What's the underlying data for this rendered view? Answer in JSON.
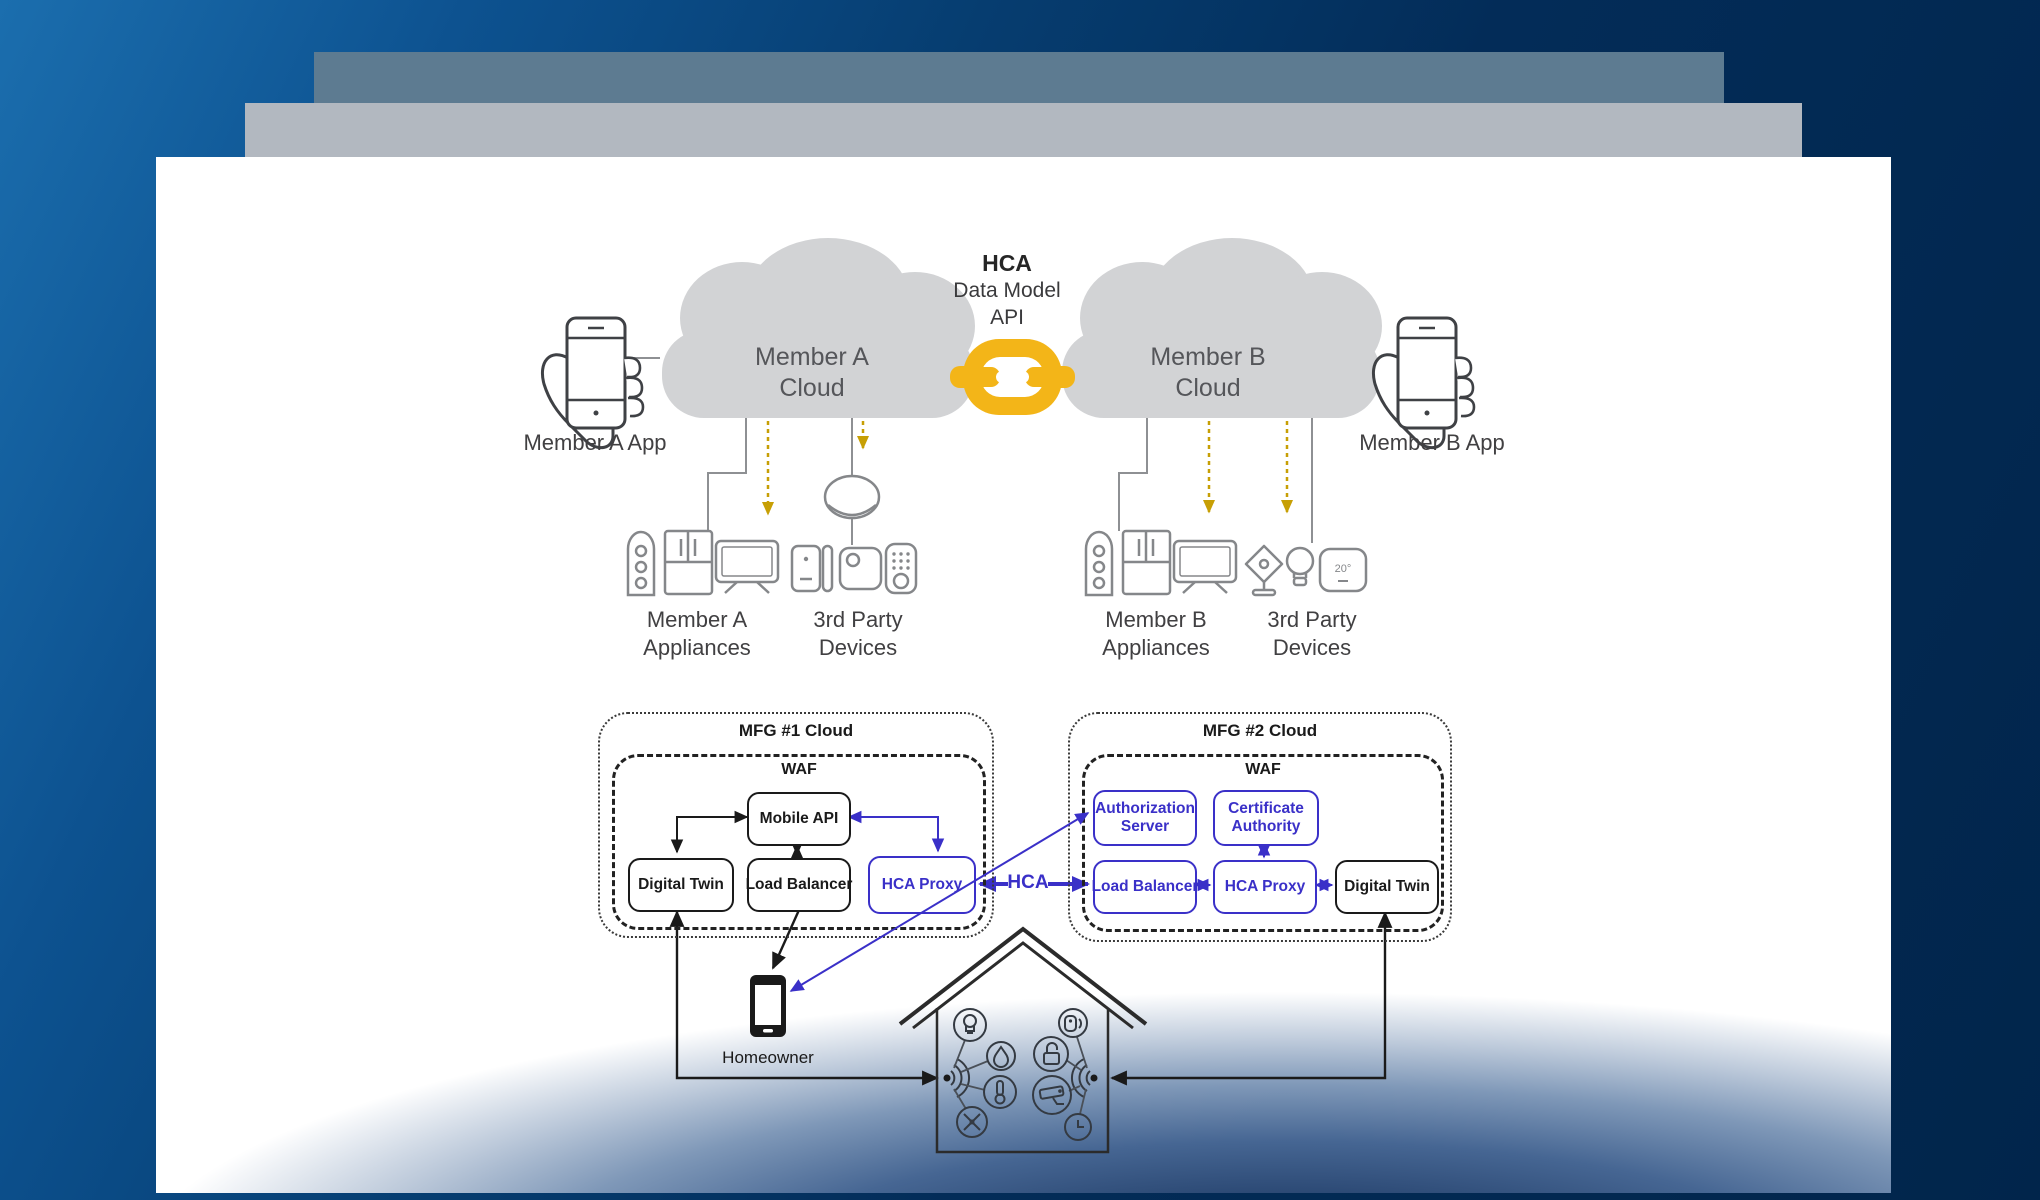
{
  "slide": {
    "upper": {
      "hca_api": {
        "line1": "HCA",
        "line2": "Data Model",
        "line3": "API"
      },
      "cloud_a": {
        "line1": "Member A",
        "line2": "Cloud"
      },
      "cloud_b": {
        "line1": "Member B",
        "line2": "Cloud"
      },
      "member_a_app_label": "Member A App",
      "member_b_app_label": "Member B App",
      "member_a_appliances": {
        "line1": "Member A",
        "line2": "Appliances"
      },
      "third_party_left": {
        "line1": "3rd Party",
        "line2": "Devices"
      },
      "member_b_appliances": {
        "line1": "Member B",
        "line2": "Appliances"
      },
      "third_party_right": {
        "line1": "3rd Party",
        "line2": "Devices"
      },
      "thermostat_reading": "20°"
    },
    "lower": {
      "mfg1": {
        "title": "MFG #1 Cloud",
        "waf_label": "WAF",
        "mobile_api": "Mobile API",
        "digital_twin": "Digital Twin",
        "load_balancer": "Load Balancer",
        "hca_proxy": "HCA Proxy"
      },
      "mfg2": {
        "title": "MFG #2 Cloud",
        "waf_label": "WAF",
        "authorization_server": "Authorization Server",
        "certificate_authority": "Certificate Authority",
        "load_balancer": "Load Balancer",
        "hca_proxy": "HCA Proxy",
        "digital_twin": "Digital Twin"
      },
      "hca_link_label": "HCA",
      "homeowner_label": "Homeowner"
    },
    "colors": {
      "accent_blue": "#3a30c8",
      "link_gold": "#f3b518",
      "dashed_arrow_gold": "#c79f05",
      "cloud_fill": "#d2d3d5",
      "background_navy": "#022c57",
      "back_bar_slate": "#5d7b91",
      "back_bar_gray": "#b2b8c0"
    }
  }
}
